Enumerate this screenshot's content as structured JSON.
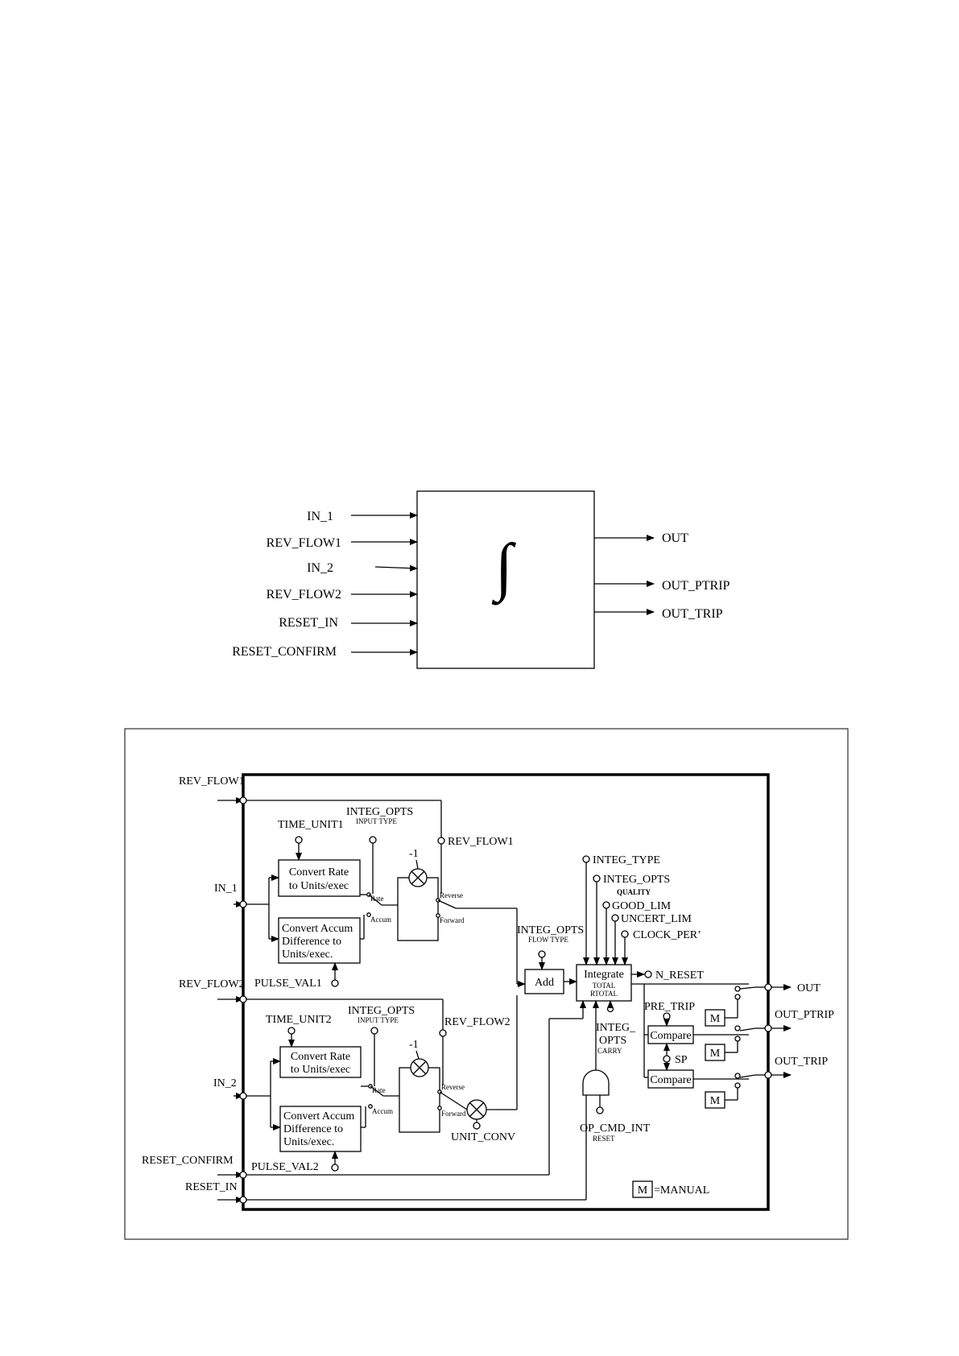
{
  "block_symbol": {
    "integral_glyph": "∫",
    "inputs": [
      "IN_1",
      "REV_FLOW1",
      "IN_2",
      "REV_FLOW2",
      "RESET_IN",
      "RESET_CONFIRM"
    ],
    "outputs": [
      "OUT",
      "OUT_PTRIP",
      "OUT_TRIP"
    ]
  },
  "schematic": {
    "left_inputs": {
      "rev_flow1": "REV_FLOW1",
      "in_1": "IN_1",
      "rev_flow2": "REV_FLOW2",
      "in_2": "IN_2",
      "reset_confirm": "RESET_CONFIRM",
      "reset_in": "RESET_IN"
    },
    "channel1": {
      "integ_opts": "INTEG_OPTS",
      "integ_opts_sub": "INPUT TYPE",
      "time_unit": "TIME_UNIT1",
      "convert_rate": [
        "Convert Rate",
        "to Units/exec"
      ],
      "convert_accum": [
        "Convert Accum",
        "Difference to",
        "Units/exec."
      ],
      "pulse_val": "PULSE_VAL1",
      "neg_one": "-1",
      "rev_flow": "REV_FLOW1",
      "rate": "Rate",
      "accum": "Accum",
      "reverse": "Reverse",
      "forward": "Forward"
    },
    "channel2": {
      "integ_opts": "INTEG_OPTS",
      "integ_opts_sub": "INPUT TYPE",
      "time_unit": "TIME_UNIT2",
      "convert_rate": [
        "Convert Rate",
        "to Units/exec"
      ],
      "convert_accum": [
        "Convert Accum",
        "Difference to",
        "Units/exec."
      ],
      "pulse_val": "PULSE_VAL2",
      "neg_one": "-1",
      "rev_flow": "REV_FLOW2",
      "rate": "Rate",
      "accum": "Accum",
      "reverse": "Reverse",
      "forward": "Forward",
      "unit_conv": "UNIT_CONV"
    },
    "add": {
      "label": "Add",
      "integ_opts": "INTEG_OPTS",
      "integ_opts_sub": "FLOW TYPE"
    },
    "integrate": {
      "label": "Integrate",
      "sub1": "TOTAL",
      "sub2": "RTOTAL",
      "integ_type": "INTEG_TYPE",
      "integ_opts": "INTEG_OPTS",
      "quality": "QUALITY",
      "good_lim": "GOOD_LIM",
      "uncert_lim": "UNCERT_LIM",
      "clock_per": "CLOCK_PER’",
      "n_reset": "N_RESET",
      "carry_opts": [
        "INTEG_",
        "OPTS"
      ],
      "carry": "CARRY"
    },
    "reset": {
      "op_cmd": "OP_CMD_INT",
      "op_cmd_sub": "RESET"
    },
    "trip": {
      "pre_trip": "PRE_TRIP",
      "compare": "Compare",
      "sp": "SP",
      "manual": "M",
      "manual_legend": "=MANUAL"
    },
    "outputs": {
      "out": "OUT",
      "out_ptrip": "OUT_PTRIP",
      "out_trip": "OUT_TRIP"
    }
  }
}
